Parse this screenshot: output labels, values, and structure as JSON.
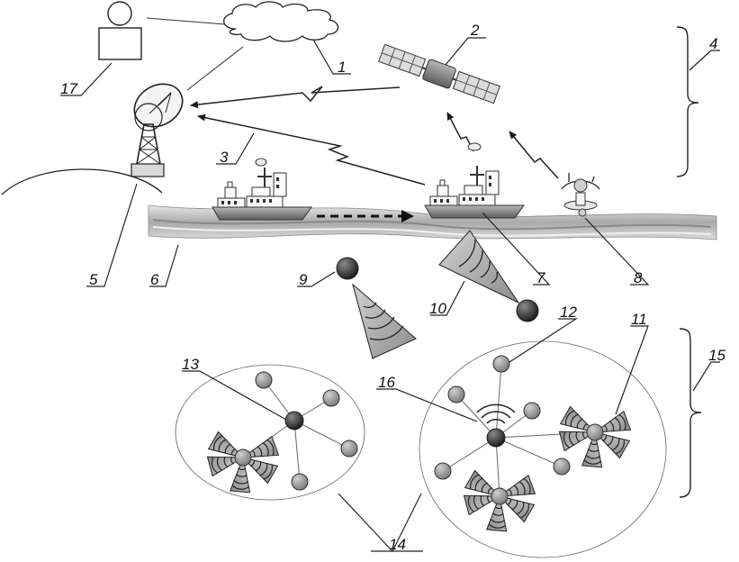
{
  "figure": {
    "labels": {
      "operator": "17",
      "cloud": "1",
      "satellite": "2",
      "radio_link": "3",
      "bracket_upper": "4",
      "earth_curve": "5",
      "sea_surface": "6",
      "ship": "7",
      "buoy": "8",
      "node_single": "9",
      "node_beam": "10",
      "sensor_star_right": "11",
      "sensor_node_top": "12",
      "cluster_head": "13",
      "cluster_zone": "14",
      "bracket_lower": "15",
      "sink_node": "16"
    }
  },
  "colors": {
    "stroke": "#1a1a1a",
    "node_light": "#8f8f8f",
    "node_dark": "#3a3a3a",
    "hull": "#8a8a8a",
    "water": "#b9b9b9"
  }
}
